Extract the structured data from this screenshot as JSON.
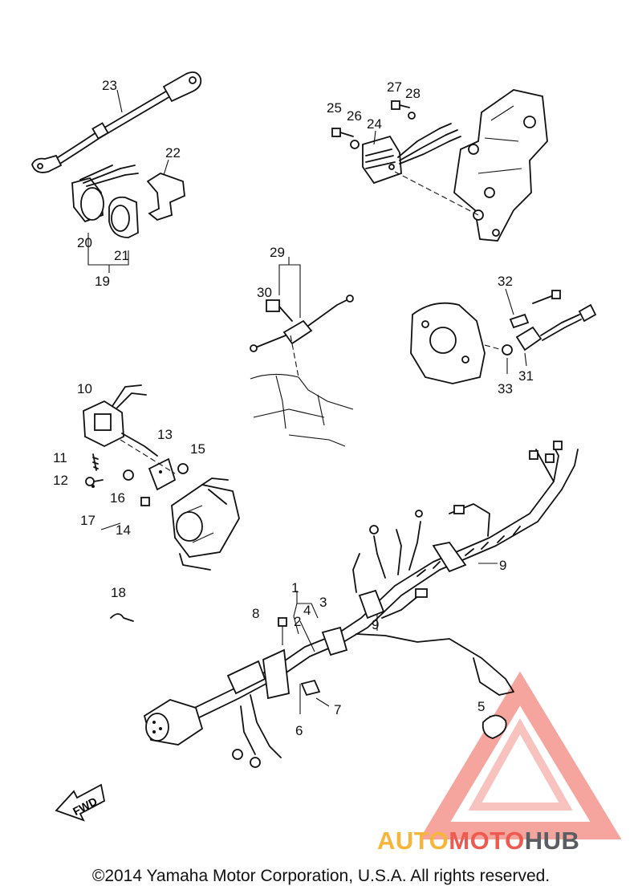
{
  "diagram": {
    "callouts": [
      "1",
      "2",
      "3",
      "4",
      "5",
      "6",
      "7",
      "8",
      "9",
      "9",
      "10",
      "11",
      "12",
      "13",
      "14",
      "15",
      "16",
      "17",
      "18",
      "19",
      "20",
      "21",
      "22",
      "23",
      "24",
      "25",
      "26",
      "27",
      "28",
      "29",
      "30",
      "31",
      "32",
      "33"
    ],
    "fwd_label": "FWD"
  },
  "watermark": {
    "part1": "AUTO",
    "part2": "MOTO",
    "part3": "HUB",
    "colors": {
      "auto": "#f7b53a",
      "moto": "#ee5a4f",
      "hub": "#5a5e63"
    }
  },
  "footer": {
    "copyright": "©2014 Yamaha Motor Corporation, U.S.A. All rights reserved."
  }
}
